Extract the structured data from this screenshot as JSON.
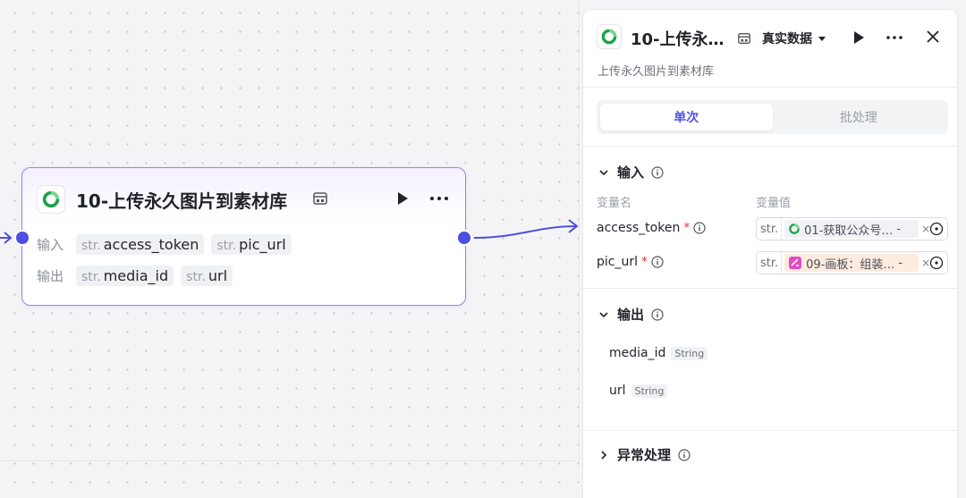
{
  "node": {
    "title": "10-上传永久图片到素材库",
    "input_label": "输入",
    "output_label": "输出",
    "inputs": [
      {
        "type": "str.",
        "name": "access_token"
      },
      {
        "type": "str.",
        "name": "pic_url"
      }
    ],
    "outputs": [
      {
        "type": "str.",
        "name": "media_id"
      },
      {
        "type": "str.",
        "name": "url"
      }
    ],
    "icons": {
      "logo": "plugin-logo-icon",
      "store": "store-icon",
      "run": "play-icon",
      "more": "more-icon"
    }
  },
  "panel": {
    "title": "10-上传永…",
    "data_mode": "真实数据",
    "subtitle": "上传永久图片到素材库",
    "tabs": {
      "single": "单次",
      "batch": "批处理"
    },
    "input_section": {
      "title": "输入",
      "col_name": "变量名",
      "col_value": "变量值",
      "rows": [
        {
          "name": "access_token",
          "required": "*",
          "type": "str.",
          "ref": "01-获取公众号…",
          "ref_suffix": "-",
          "clear": "×"
        },
        {
          "name": "pic_url",
          "required": "*",
          "type": "str.",
          "ref": "09-画板：组装…",
          "ref_suffix": "-",
          "clear": "×"
        }
      ]
    },
    "output_section": {
      "title": "输出",
      "rows": [
        {
          "name": "media_id",
          "type": "String"
        },
        {
          "name": "url",
          "type": "String"
        }
      ]
    },
    "error_section": {
      "title": "异常处理"
    }
  },
  "colors": {
    "accent": "#4d53e8",
    "port": "#4e4ee0",
    "node_border": "#8d86f2",
    "logo_green": "#19a34a",
    "required": "#e23b3b",
    "ref_orange_bg": "#fdebe0",
    "canvas_bg": "#f4f4f6"
  }
}
